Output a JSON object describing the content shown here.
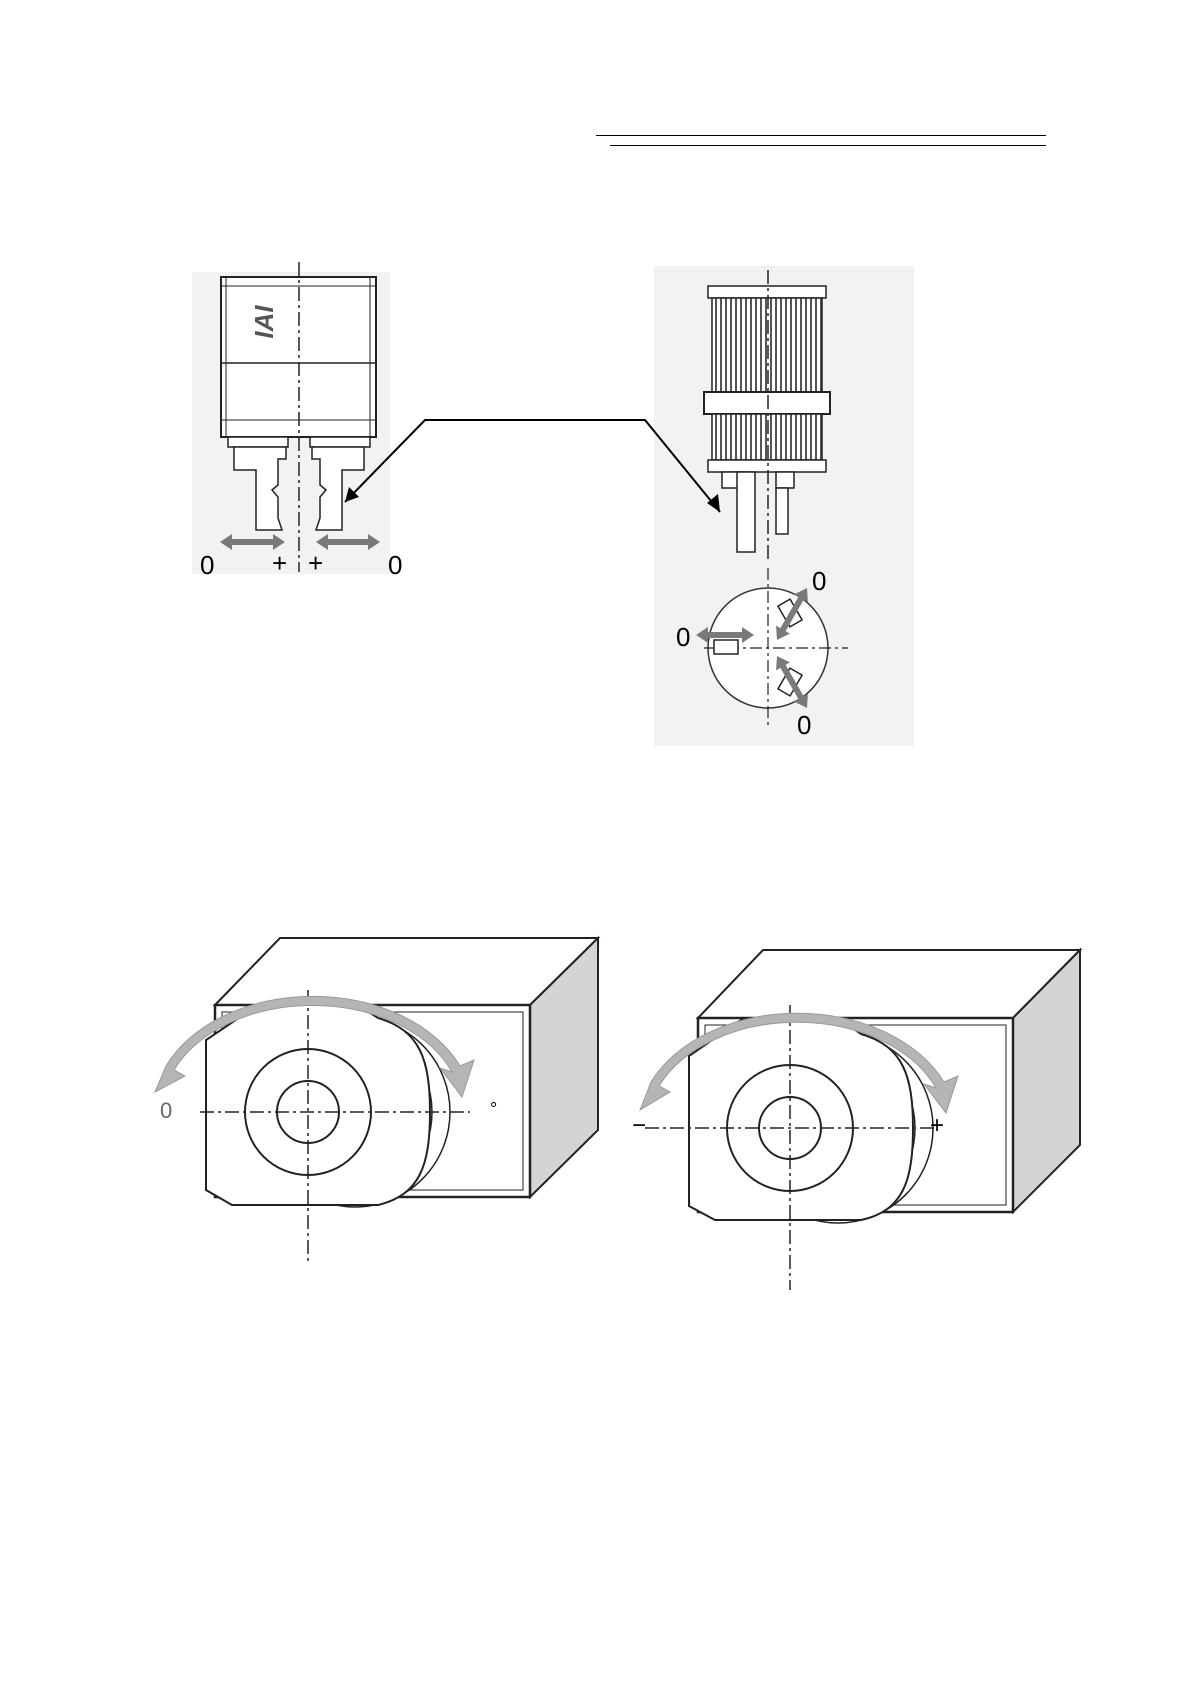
{
  "brand_logo": "IAI",
  "gripper_two_finger": {
    "labels": [
      "0",
      "+",
      "+",
      "0"
    ]
  },
  "gripper_three_finger": {
    "labels": [
      "0",
      "0",
      "0"
    ]
  },
  "rotary_left": {
    "left_label": "0",
    "right_label": "°"
  },
  "rotary_right": {
    "left_label": "−",
    "right_label": "+"
  },
  "colors": {
    "arrow_dark": "#7a7a7a",
    "arrow_light": "#b5b5b5",
    "side_face": "#d4d4d4",
    "photo_bg": "#f2f2f2"
  }
}
